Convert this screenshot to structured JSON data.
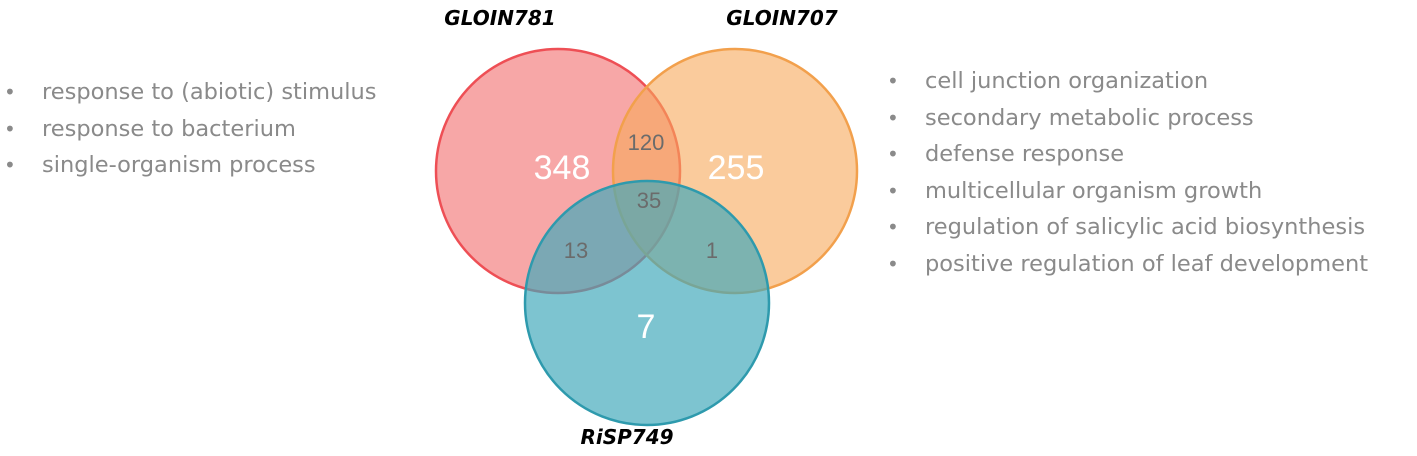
{
  "sets": {
    "a": {
      "name": "GLOIN781",
      "color": "#f26c6c"
    },
    "b": {
      "name": "GLOIN707",
      "color": "#f7a85a"
    },
    "c": {
      "name": "RiSP749",
      "color": "#3fa8ba"
    }
  },
  "regions": {
    "a_only": "348",
    "b_only": "255",
    "c_only": "7",
    "ab": "120",
    "abc": "35",
    "ac": "13",
    "bc": "1"
  },
  "left_terms": [
    "response to (abiotic) stimulus",
    "response to bacterium",
    "single-organism process"
  ],
  "right_terms": [
    "cell junction organization",
    "secondary metabolic process",
    "defense response",
    "multicellular organism growth",
    "regulation of salicylic acid biosynthesis",
    "positive regulation of leaf development"
  ]
}
